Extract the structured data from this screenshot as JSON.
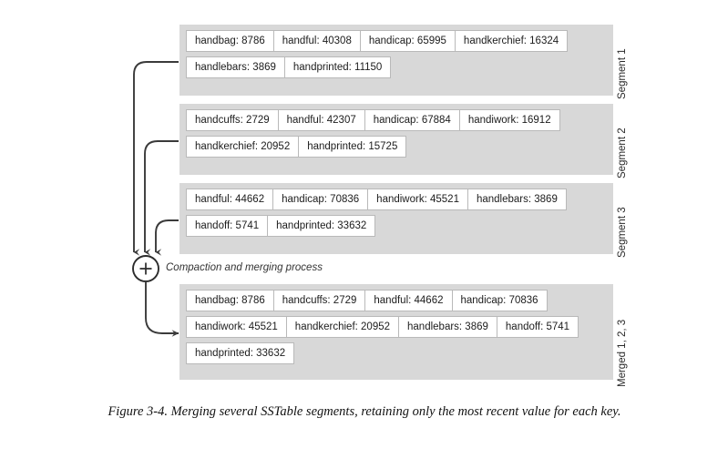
{
  "figure": {
    "caption": "Figure 3-4. Merging several SSTable segments, retaining only the most recent value for each key.",
    "process_label": "Compaction and merging process",
    "plus_symbol": "+",
    "colors": {
      "block_background": "#d8d8d8",
      "cell_background": "#ffffff",
      "cell_border": "#b9b9b9",
      "wire": "#3a3a3a",
      "page_background": "#ffffff",
      "text": "#1c1c1c"
    }
  },
  "segments": [
    {
      "label": "Segment 1",
      "rows": [
        [
          "handbag: 8786",
          "handful: 40308",
          "handicap: 65995",
          "handkerchief: 16324"
        ],
        [
          "handlebars: 3869",
          "handprinted: 11150"
        ]
      ]
    },
    {
      "label": "Segment 2",
      "rows": [
        [
          "handcuffs: 2729",
          "handful: 42307",
          "handicap: 67884",
          "handiwork: 16912"
        ],
        [
          "handkerchief: 20952",
          "handprinted: 15725"
        ]
      ]
    },
    {
      "label": "Segment 3",
      "rows": [
        [
          "handful: 44662",
          "handicap: 70836",
          "handiwork: 45521",
          "handlebars: 3869"
        ],
        [
          "handoff: 5741",
          "handprinted: 33632"
        ]
      ]
    },
    {
      "label": "Merged 1, 2, 3",
      "rows": [
        [
          "handbag: 8786",
          "handcuffs: 2729",
          "handful: 44662",
          "handicap: 70836"
        ],
        [
          "handiwork: 45521",
          "handkerchief: 20952",
          "handlebars: 3869",
          "handoff: 5741"
        ],
        [
          "handprinted: 33632"
        ]
      ]
    }
  ]
}
